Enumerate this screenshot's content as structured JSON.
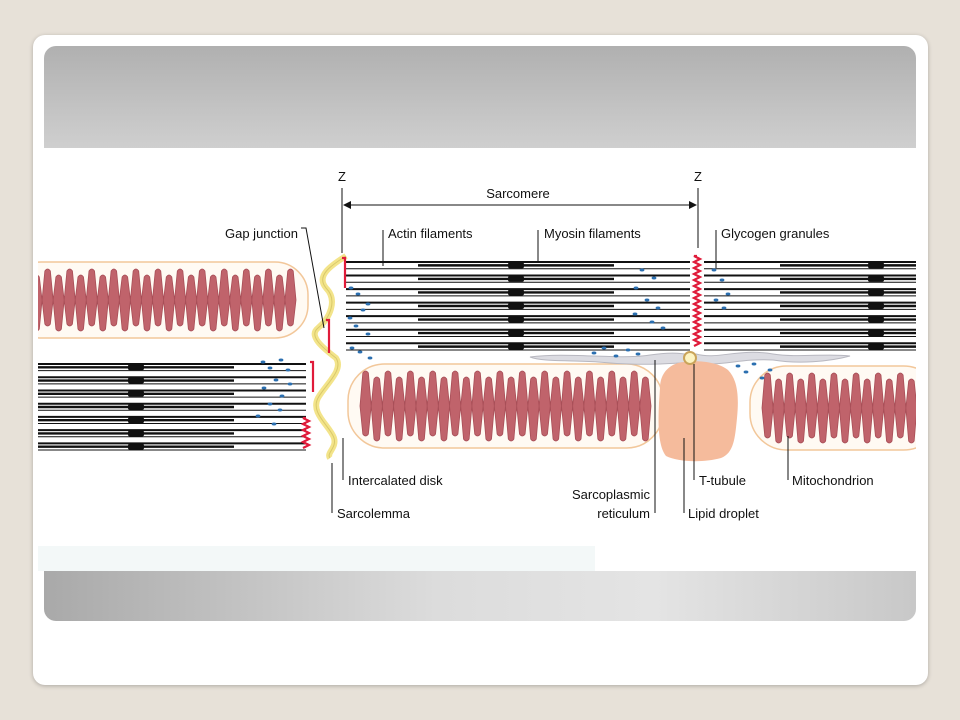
{
  "diagram": {
    "labels": {
      "z_left": "Z",
      "z_right": "Z",
      "sarcomere": "Sarcomere",
      "gap_junction": "Gap junction",
      "actin_filaments": "Actin filaments",
      "myosin_filaments": "Myosin filaments",
      "glycogen_granules": "Glycogen granules",
      "intercalated_disk": "Intercalated disk",
      "sarcolemma": "Sarcolemma",
      "sarcoplasmic_reticulum_line1": "Sarcoplasmic",
      "sarcoplasmic_reticulum_line2": "reticulum",
      "t_tubule": "T-tubule",
      "lipid_droplet": "Lipid droplet",
      "mitochondrion": "Mitochondrion"
    },
    "colors": {
      "mitochondrion_fill": "#c0636b",
      "mitochondrion_outline": "#f2c79a",
      "z_disk": "#e01b3a",
      "glycogen": "#2b6fb0",
      "lipid": "#f5bb9c",
      "reticulum": "#d8d8dc",
      "sarcolemma": "#f3e48a",
      "filament": "#111111"
    }
  }
}
